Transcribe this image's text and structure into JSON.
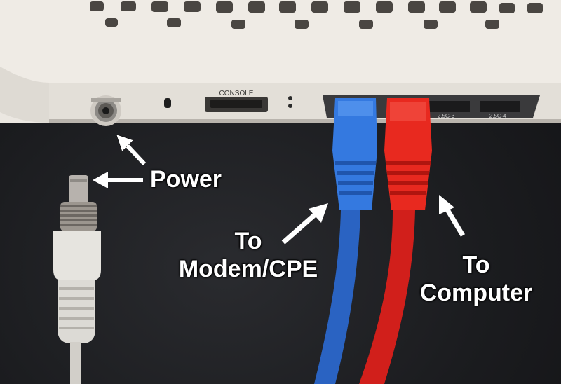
{
  "device": {
    "console_label": "CONSOLE",
    "port_labels": [
      "2.5G-3",
      "2.5G-4"
    ]
  },
  "labels": {
    "power": "Power",
    "modem_line1": "To",
    "modem_line2": "Modem/CPE",
    "computer_line1": "To",
    "computer_line2": "Computer"
  },
  "colors": {
    "router_body": "#e9e5df",
    "blue_cable": "#2f6fd1",
    "red_cable": "#e0231f",
    "background": "#1c1c1e"
  }
}
